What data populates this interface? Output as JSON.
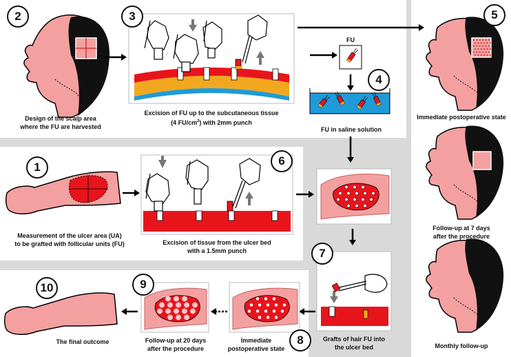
{
  "steps": {
    "s1": "1",
    "s2": "2",
    "s3": "3",
    "s4": "4",
    "s5": "5",
    "s6": "6",
    "s7": "7",
    "s8": "8",
    "s9": "9",
    "s10": "10"
  },
  "captions": {
    "scalp_line1": "Design of the scalp area",
    "scalp_line2": "where the FU are harvested",
    "excision_fu_line1": "Excision of FU up to the subcutaneous tissue",
    "excision_fu_line2_pre": "(4 FU/cm",
    "excision_fu_line2_sup": "2",
    "excision_fu_line2_post": ") with 2mm punch",
    "fu_label": "FU",
    "saline": "FU in saline solution",
    "immediate_post_right": "Immediate postoperative state",
    "followup7_line1": "Follow-up at 7 days",
    "followup7_line2": "after the procedure",
    "monthly": "Monthly follow-up",
    "measure_line1": "Measurement of the ulcer area (UA)",
    "measure_line2": "to be grafted with follicular units (FU)",
    "excision_ulcer_line1": "Excision of tissue from the ulcer bed",
    "excision_ulcer_line2": "with a 1.5mm punch",
    "grafts_line1": "Grafts of hair FU into",
    "grafts_line2": "the ulcer bed",
    "immediate_post_bottom_line1": "Immediate",
    "immediate_post_bottom_line2": "postoperative state",
    "followup20_line1": "Follow-up at 20 days",
    "followup20_line2": "after the procedure",
    "final": "The final outcome"
  },
  "colors": {
    "skin": "#f4a0a0",
    "skin_dark": "#c06060",
    "hair": "#111111",
    "tissue_red": "#e8141c",
    "fat_yellow": "#f2a81e",
    "saline_blue": "#1e9bd8",
    "background": "#d9d9d9"
  }
}
